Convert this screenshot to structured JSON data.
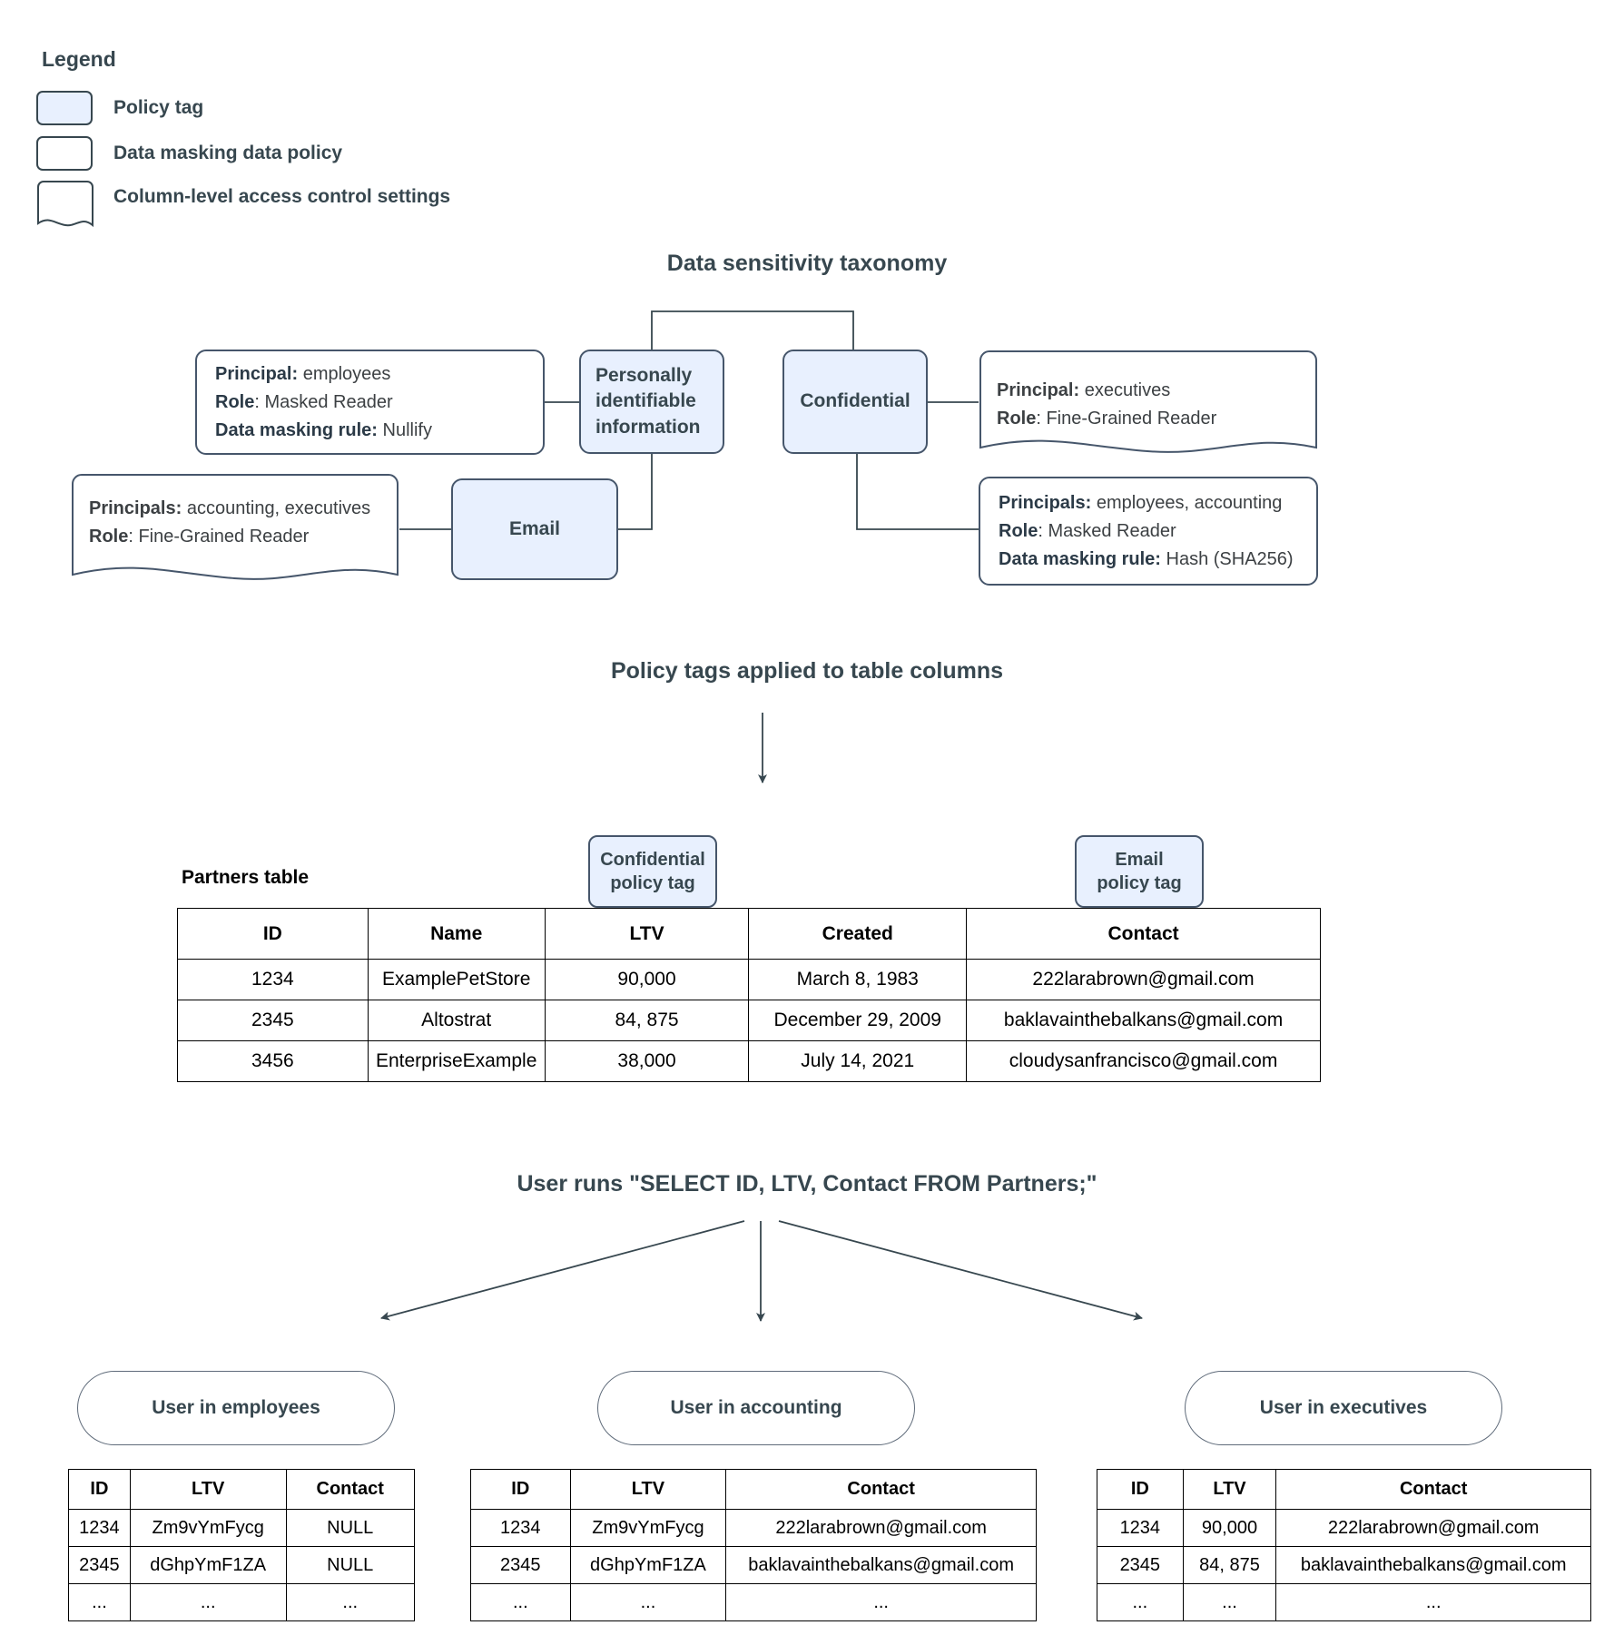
{
  "legend": {
    "title": "Legend",
    "items": [
      {
        "label": "Policy tag",
        "shape": "rounded-rect-filled"
      },
      {
        "label": "Data masking data policy",
        "shape": "rounded-rect"
      },
      {
        "label": "Column-level access control settings",
        "shape": "torn-bottom-rect"
      }
    ]
  },
  "colors": {
    "policy_tag_fill": "#e8f0fe",
    "box_stroke": "#46566b",
    "text": "#37474f",
    "table_border": "#000000",
    "canvas": "#ffffff"
  },
  "taxonomy": {
    "heading": "Data sensitivity taxonomy",
    "tags": [
      {
        "id": "pii",
        "label": "Personally identifiable information"
      },
      {
        "id": "confidential",
        "label": "Confidential"
      },
      {
        "id": "email",
        "label": "Email"
      }
    ],
    "policies": [
      {
        "id": "pii-masking",
        "type": "data-masking-data-policy",
        "attached_to": "pii",
        "lines": [
          {
            "key": "Principal:",
            "value": " employees"
          },
          {
            "key": "Role",
            "value": ": Masked Reader"
          },
          {
            "key": "Data masking rule:",
            "value": " Nullify"
          }
        ]
      },
      {
        "id": "email-access",
        "type": "column-level-access-control-settings",
        "attached_to": "email",
        "lines": [
          {
            "key": "Principals:",
            "value": " accounting, executives"
          },
          {
            "key": "Role",
            "value": ": Fine-Grained Reader"
          }
        ]
      },
      {
        "id": "confidential-access",
        "type": "column-level-access-control-settings",
        "attached_to": "confidential",
        "lines": [
          {
            "key": "Principal:",
            "value": " executives"
          },
          {
            "key": "Role",
            "value": ": Fine-Grained Reader"
          }
        ]
      },
      {
        "id": "confidential-masking",
        "type": "data-masking-data-policy",
        "attached_to": "confidential",
        "lines": [
          {
            "key": "Principals:",
            "value": " employees, accounting"
          },
          {
            "key": "Role",
            "value": ": Masked Reader"
          },
          {
            "key": "Data masking rule:",
            "value": " Hash (SHA256)"
          }
        ]
      }
    ]
  },
  "applied": {
    "heading": "Policy tags applied to table columns",
    "table_caption": "Partners table",
    "callouts": [
      {
        "id": "confidential-callout",
        "line1": "Confidential",
        "line2": "policy tag"
      },
      {
        "id": "email-callout",
        "line1": "Email",
        "line2": "policy tag"
      }
    ],
    "partners_table": {
      "columns": [
        "ID",
        "Name",
        "LTV",
        "Created",
        "Contact"
      ],
      "rows": [
        [
          "1234",
          "ExamplePetStore",
          "90,000",
          "March 8, 1983",
          "222larabrown@gmail.com"
        ],
        [
          "2345",
          "Altostrat",
          "84, 875",
          "December 29, 2009",
          "baklavainthebalkans@gmail.com"
        ],
        [
          "3456",
          "EnterpriseExample",
          "38,000",
          "July 14, 2021",
          "cloudysanfrancisco@gmail.com"
        ]
      ]
    }
  },
  "query": {
    "heading": "User runs \"SELECT ID, LTV, Contact FROM Partners;\"",
    "results": [
      {
        "id": "employees",
        "pill": "User in employees",
        "columns": [
          "ID",
          "LTV",
          "Contact"
        ],
        "rows": [
          [
            "1234",
            "Zm9vYmFycg",
            "NULL"
          ],
          [
            "2345",
            "dGhpYmF1ZA",
            "NULL"
          ],
          [
            "...",
            "...",
            "..."
          ]
        ]
      },
      {
        "id": "accounting",
        "pill": "User in accounting",
        "columns": [
          "ID",
          "LTV",
          "Contact"
        ],
        "rows": [
          [
            "1234",
            "Zm9vYmFycg",
            "222larabrown@gmail.com"
          ],
          [
            "2345",
            "dGhpYmF1ZA",
            "baklavainthebalkans@gmail.com"
          ],
          [
            "...",
            "...",
            "..."
          ]
        ]
      },
      {
        "id": "executives",
        "pill": "User in executives",
        "columns": [
          "ID",
          "LTV",
          "Contact"
        ],
        "rows": [
          [
            "1234",
            "90,000",
            "222larabrown@gmail.com"
          ],
          [
            "2345",
            "84, 875",
            "baklavainthebalkans@gmail.com"
          ],
          [
            "...",
            "...",
            "..."
          ]
        ]
      }
    ]
  }
}
